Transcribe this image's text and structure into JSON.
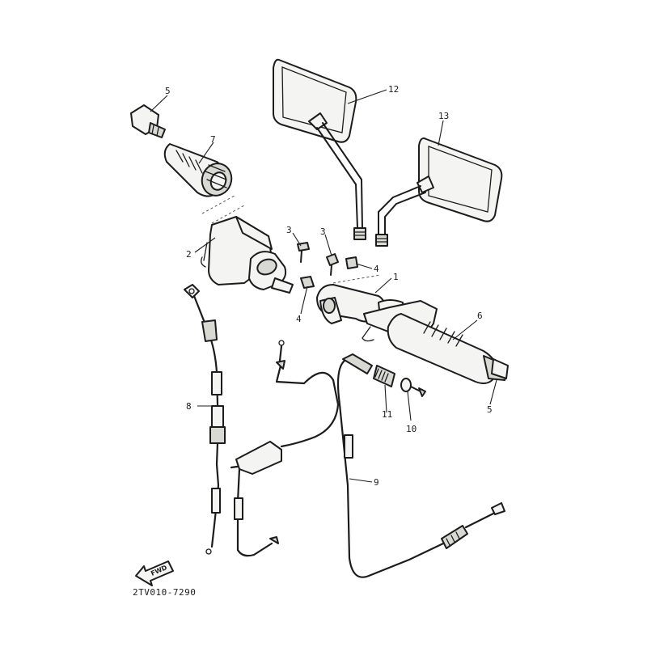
{
  "diagram": {
    "callouts": [
      "1",
      "2",
      "3",
      "3",
      "4",
      "4",
      "5",
      "5",
      "6",
      "7",
      "8",
      "9",
      "10",
      "11",
      "12",
      "13"
    ],
    "direction_label": "FWD",
    "drawing_code": "2TV010-7290"
  }
}
